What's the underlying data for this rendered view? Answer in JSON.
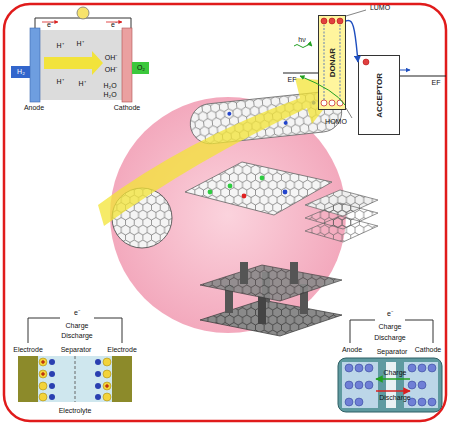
{
  "diagram": {
    "nodes": [
      {
        "text": [
          "DONAR"
        ]
      },
      {
        "text": [
          "ACCEPTOR"
        ]
      }
    ],
    "edges": [
      {
        "from": 0,
        "to": 1,
        "arrow": "to"
      }
    ],
    "labels": [
      "e⁻",
      "e⁻",
      "H₂",
      "H⁺",
      "H⁺",
      "H⁺",
      "H⁺",
      "OH⁻",
      "OH⁻",
      "O₂",
      "H₂O",
      "H₂O",
      "Anode",
      "Cathode",
      "LUMO",
      "hν",
      "HOMO",
      "EF",
      "EF",
      "e⁻",
      "Charge",
      "Discharge",
      "Electrode",
      "Separator",
      "Electrode",
      "Electrolyte",
      "e⁻",
      "Charge",
      "Discharge",
      "Anode",
      "Separator",
      "Cathode",
      "Charge",
      "Discharge"
    ]
  }
}
